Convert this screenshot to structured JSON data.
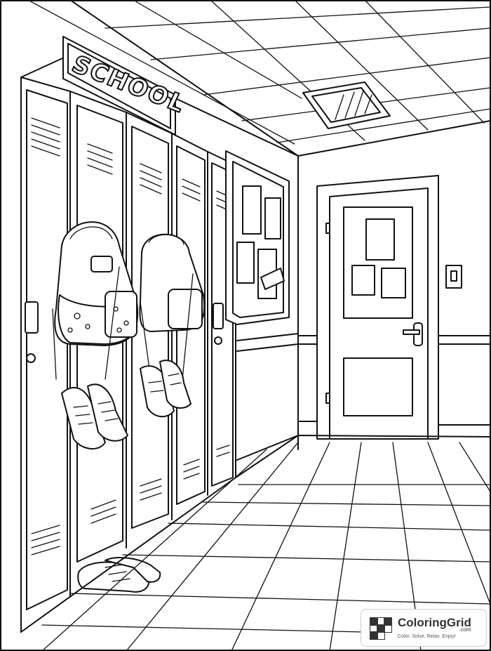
{
  "sign": {
    "text": "SCHOOL"
  },
  "logo": {
    "name": "ColoringGrid",
    "domain": ".com",
    "tagline": "Color. Solve. Relax. Enjoy!"
  },
  "colors": {
    "line": "#111111",
    "paper": "#ffffff"
  }
}
